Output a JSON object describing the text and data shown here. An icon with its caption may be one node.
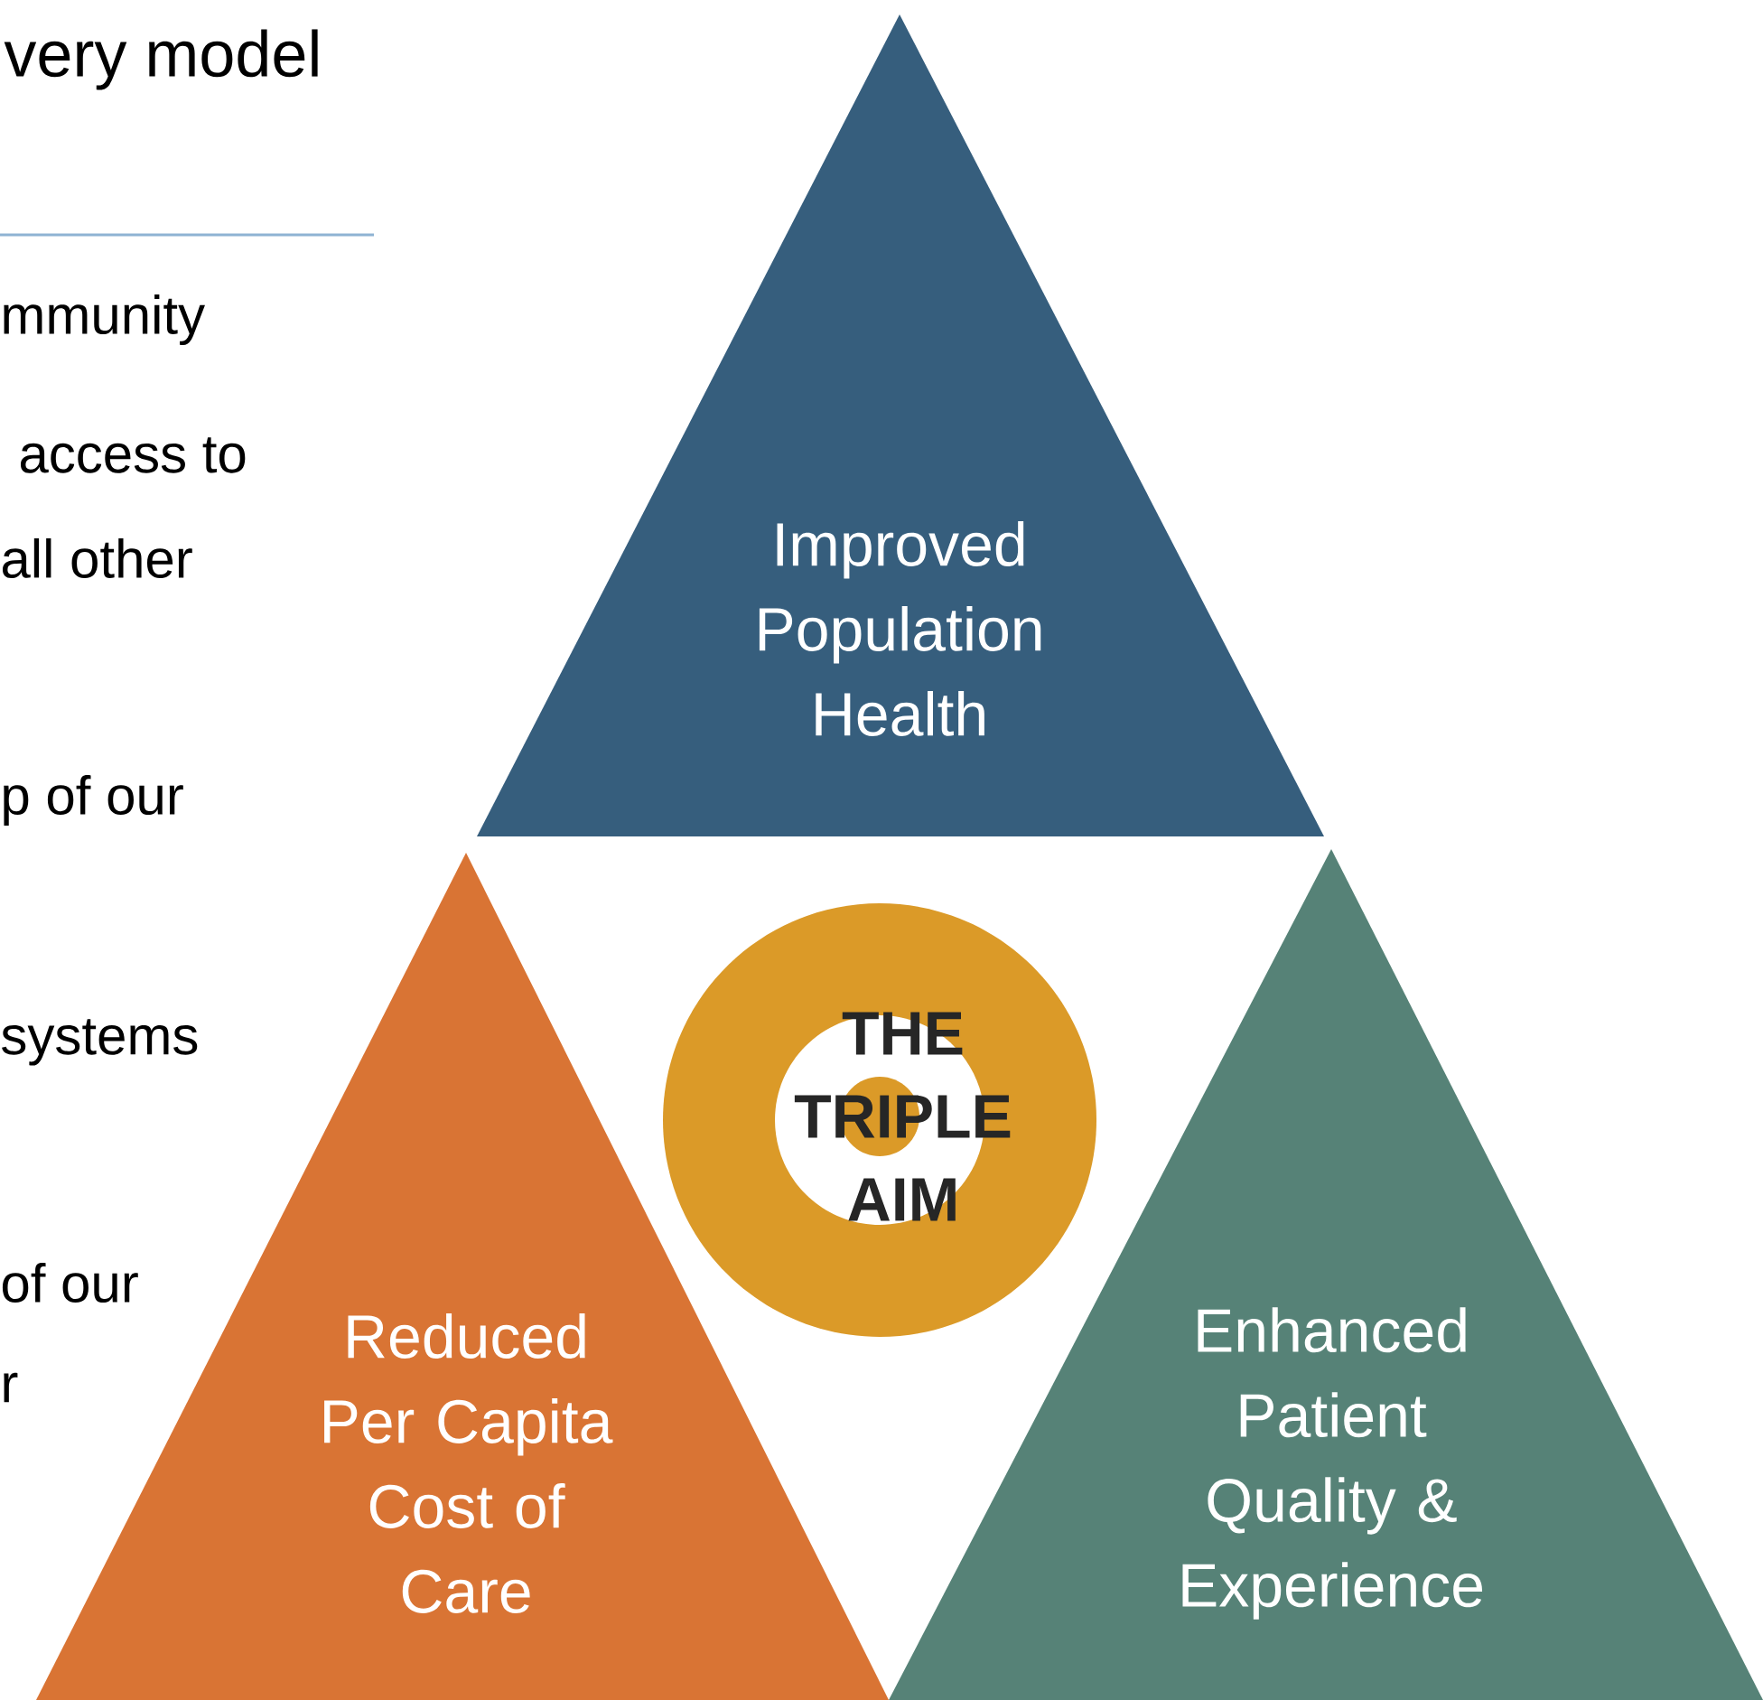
{
  "diagram": {
    "nodes": [
      {
        "text": [
          "Improved Population Health"
        ]
      },
      {
        "text": [
          "Reduced Per Capita Cost of Care"
        ]
      },
      {
        "text": [
          "Enhanced Patient Quality & Experience"
        ]
      },
      {
        "text": [
          "THE TRIPLE AIM"
        ]
      }
    ],
    "labels": [
      "very model",
      "mmunity",
      "access to",
      "all other",
      "p of our",
      "systems",
      "of our",
      "r"
    ]
  }
}
